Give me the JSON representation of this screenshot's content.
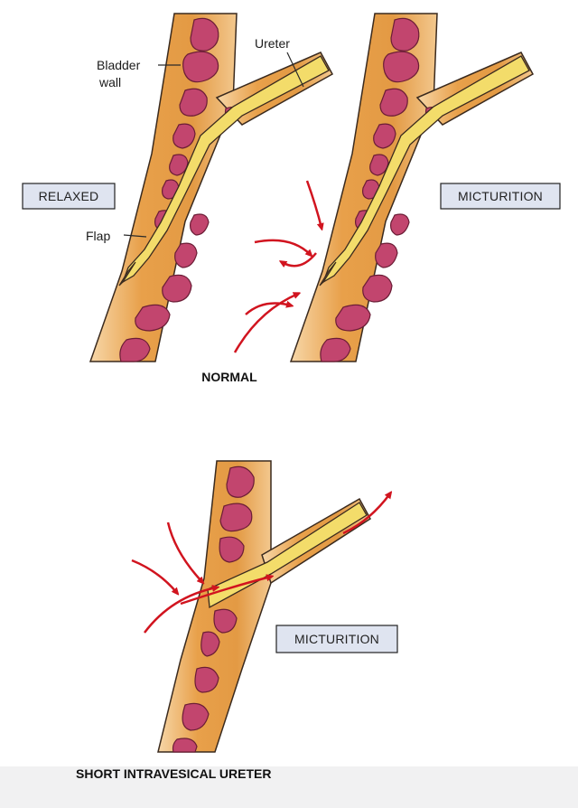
{
  "labels": {
    "bladder_wall_line1": "Bladder",
    "bladder_wall_line2": "wall",
    "ureter": "Ureter",
    "flap": "Flap",
    "relaxed": "RELAXED",
    "micturition_top": "MICTURITION",
    "normal": "NORMAL",
    "micturition_bottom": "MICTURITION",
    "short_ureter": "SHORT INTRAVESICAL URETER"
  },
  "colors": {
    "wall": "#e8a04a",
    "wall_light": "#f6d29c",
    "muscle": "#c2456e",
    "muscle_outline": "#6b1d36",
    "ureter": "#f3dc6a",
    "arrow": "#d1141f",
    "box_fill": "#dfe4f0",
    "line": "#2a2a2a"
  }
}
